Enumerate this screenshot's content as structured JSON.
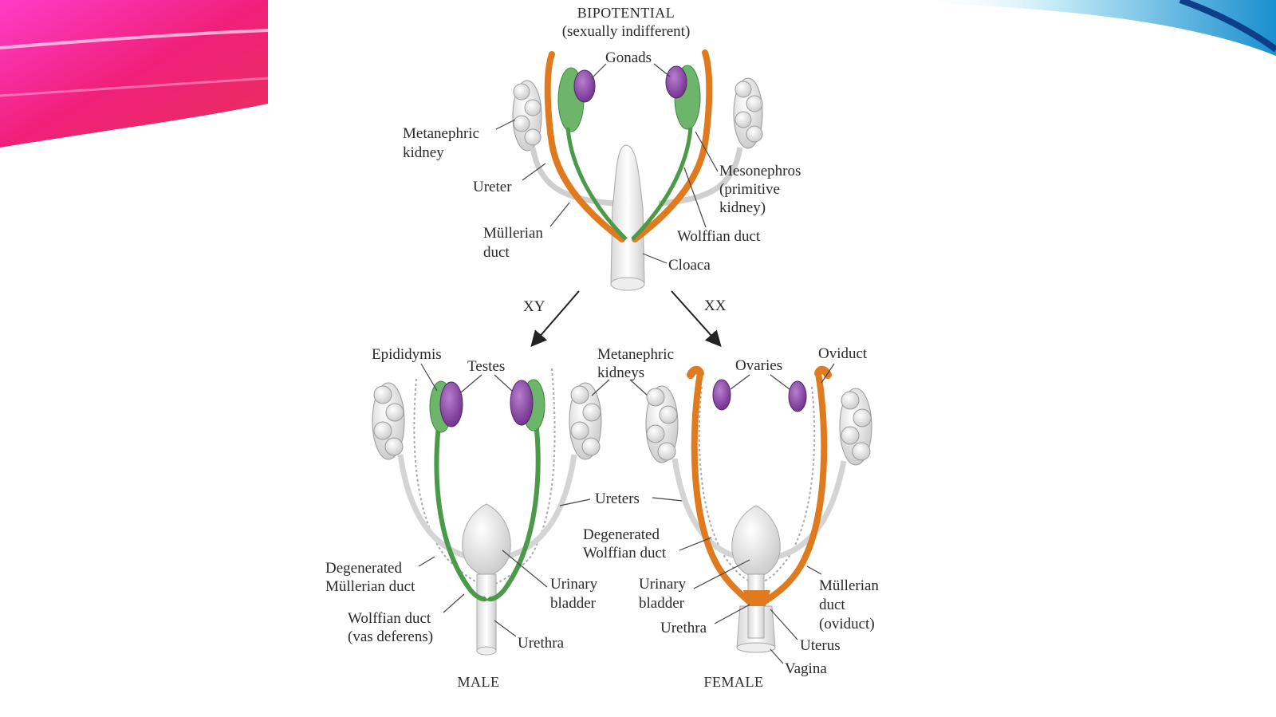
{
  "colors": {
    "mullerian": "#e07a1f",
    "wolffian": "#4a9a4a",
    "wolffian_fill": "#6db56a",
    "gonad": "#8d4fa6",
    "kidney": "#e6e6e6",
    "ureter": "#d9d9d9",
    "accent_pink": "#ef1f8c",
    "accent_blue": "#1a9fd6"
  },
  "diagram": {
    "title_line1": "BIPOTENTIAL",
    "title_line2": "(sexually indifferent)",
    "top": {
      "gonads": "Gonads",
      "metanephric_1": "Metanephric",
      "metanephric_2": "kidney",
      "ureter": "Ureter",
      "mullerian_1": "Müllerian",
      "mullerian_2": "duct",
      "mesonephros_1": "Mesonephros",
      "mesonephros_2": "(primitive",
      "mesonephros_3": "kidney)",
      "wolffian": "Wolffian duct",
      "cloaca": "Cloaca"
    },
    "branch_xy": "XY",
    "branch_xx": "XX",
    "male": {
      "title": "MALE",
      "epididymis": "Epididymis",
      "testes": "Testes",
      "degen_mullerian_1": "Degenerated",
      "degen_mullerian_2": "Müllerian duct",
      "wolffian_1": "Wolffian duct",
      "wolffian_2": "(vas deferens)",
      "bladder_1": "Urinary",
      "bladder_2": "bladder",
      "urethra": "Urethra"
    },
    "shared": {
      "metanephric_1": "Metanephric",
      "metanephric_2": "kidneys",
      "ureters": "Ureters"
    },
    "female": {
      "title": "FEMALE",
      "ovaries": "Ovaries",
      "oviduct": "Oviduct",
      "degen_wolffian_1": "Degenerated",
      "degen_wolffian_2": "Wolffian duct",
      "bladder_1": "Urinary",
      "bladder_2": "bladder",
      "urethra": "Urethra",
      "mullerian_1": "Müllerian",
      "mullerian_2": "duct",
      "mullerian_3": "(oviduct)",
      "uterus": "Uterus",
      "vagina": "Vagina"
    }
  }
}
